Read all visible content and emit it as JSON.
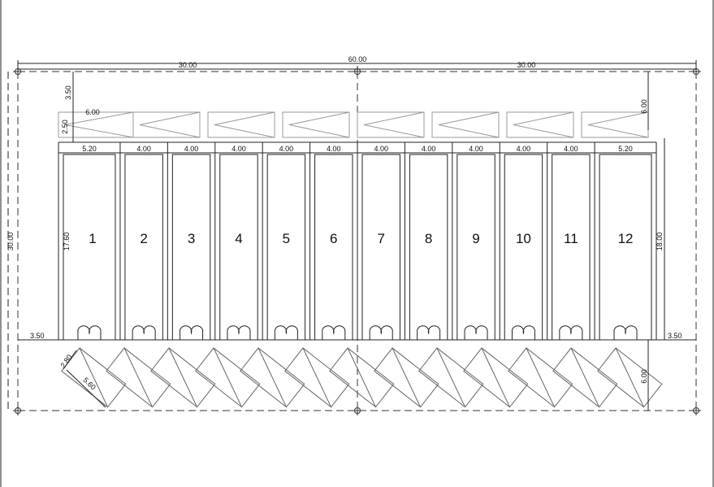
{
  "overall": {
    "width_label": "60.00",
    "half_left_label": "30.00",
    "half_right_label": "30.00",
    "height_label": "30.00"
  },
  "side_dims": {
    "top_setback": "3.50",
    "top_parking_depth": "2.50",
    "top_parking_width": "6.00",
    "right_top": "6.00",
    "unit_depth_left": "17.60",
    "unit_depth_right": "18.00",
    "bottom_left_setback": "3.50",
    "bottom_right_setback": "3.50",
    "bottom_right_depth": "6.00",
    "diag_stall_a": "2.80",
    "diag_stall_b": "5.60"
  },
  "units": [
    {
      "number": "1",
      "width": "5.20"
    },
    {
      "number": "2",
      "width": "4.00"
    },
    {
      "number": "3",
      "width": "4.00"
    },
    {
      "number": "4",
      "width": "4.00"
    },
    {
      "number": "5",
      "width": "4.00"
    },
    {
      "number": "6",
      "width": "4.00"
    },
    {
      "number": "7",
      "width": "4.00"
    },
    {
      "number": "8",
      "width": "4.00"
    },
    {
      "number": "9",
      "width": "4.00"
    },
    {
      "number": "10",
      "width": "4.00"
    },
    {
      "number": "11",
      "width": "4.00"
    },
    {
      "number": "12",
      "width": "5.20"
    }
  ],
  "top_parking_count": 8,
  "bottom_parking_count": 13
}
